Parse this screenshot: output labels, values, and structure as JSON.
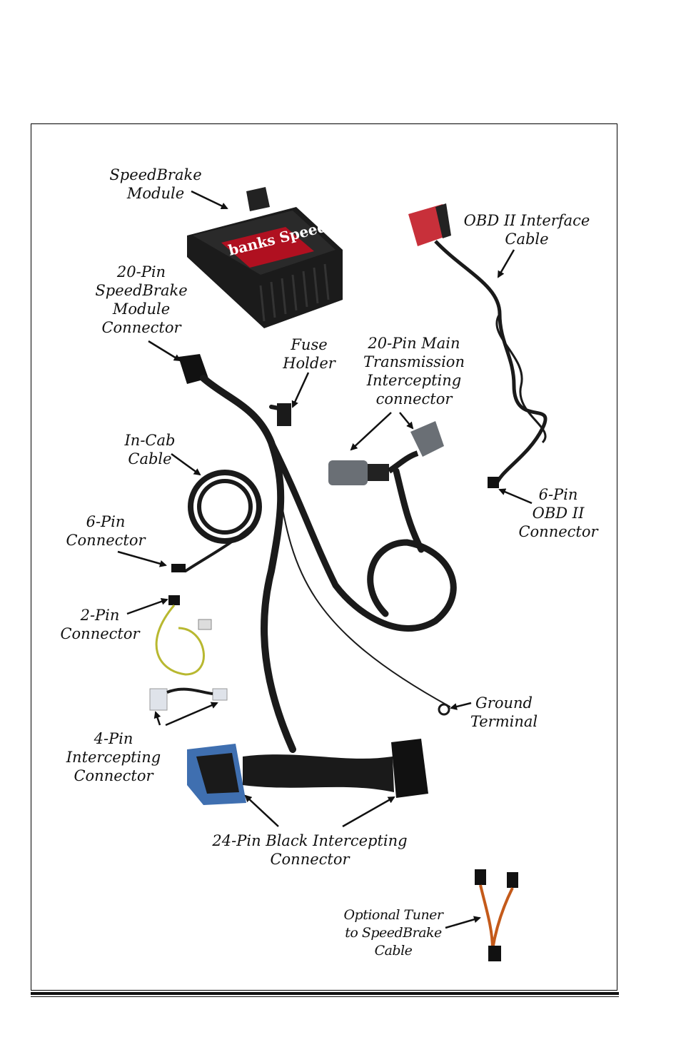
{
  "labels": {
    "speedbrake_module": [
      "SpeedBrake",
      "Module"
    ],
    "obd_interface_cable": [
      "OBD II Interface",
      "Cable"
    ],
    "module_connector": [
      "20-Pin",
      "SpeedBrake",
      "Module",
      "Connector"
    ],
    "fuse_holder": [
      "Fuse",
      "Holder"
    ],
    "main_transmission_connector": [
      "20-Pin Main",
      "Transmission",
      "Intercepting",
      "connector"
    ],
    "in_cab_cable": [
      "In-Cab",
      "Cable"
    ],
    "obd_connector": [
      "6-Pin",
      "OBD II",
      "Connector"
    ],
    "six_pin_connector": [
      "6-Pin",
      "Connector"
    ],
    "two_pin_connector": [
      "2-Pin",
      "Connector"
    ],
    "ground_terminal": [
      "Ground",
      "Terminal"
    ],
    "four_pin_connector": [
      "4-Pin",
      "Intercepting",
      "Connector"
    ],
    "black_24pin_connector": [
      "24-Pin Black Intercepting",
      "Connector"
    ],
    "optional_tuner_cable": [
      "Optional Tuner",
      "to SpeedBrake",
      "Cable"
    ]
  },
  "module_brand": "banks SpeedBrake",
  "colors": {
    "harness": "#1a1a1a",
    "obd_plug": "#c8303a",
    "blue_connector": "#3f6fb0",
    "ground_wire": "#b8b830",
    "module_label": "#b01020"
  }
}
